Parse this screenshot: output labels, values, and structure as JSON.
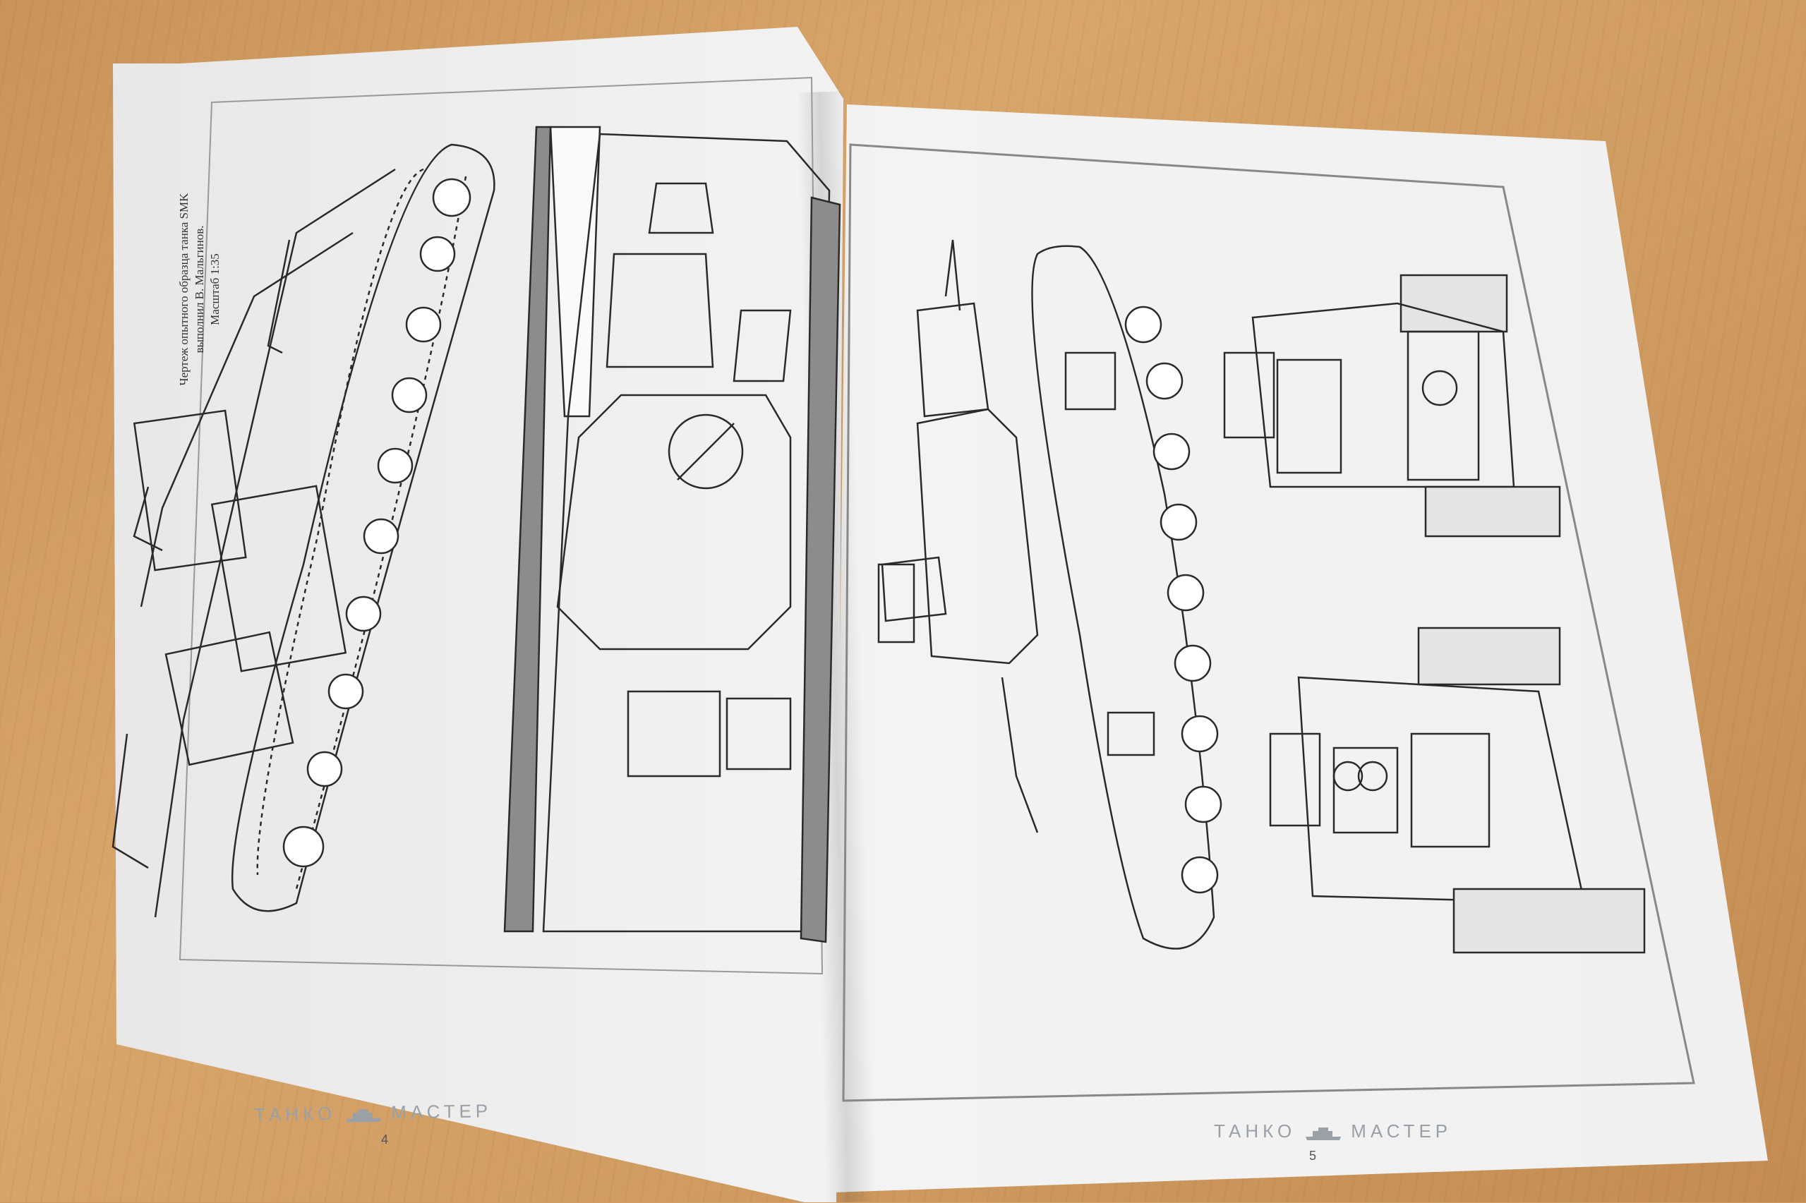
{
  "left_page": {
    "caption_lines": [
      "Чертеж опытного образца танка SMK",
      "выполнил В. Мальгинов.",
      "Масштаб 1:35"
    ],
    "footer_left": "ТАНКО",
    "footer_right": "МАСТЕР",
    "page_number": "4"
  },
  "right_page": {
    "footer_left": "ТАНКО",
    "footer_right": "МАСТЕР",
    "page_number": "5"
  },
  "colors": {
    "line": "#2a2a2a",
    "track_gray": "#8c8c8c",
    "paper": "#f2f2f2",
    "table": "#d19d62",
    "logo": "#9aa0a8"
  },
  "icons": {
    "logo_mark": "tank-silhouette-icon"
  }
}
